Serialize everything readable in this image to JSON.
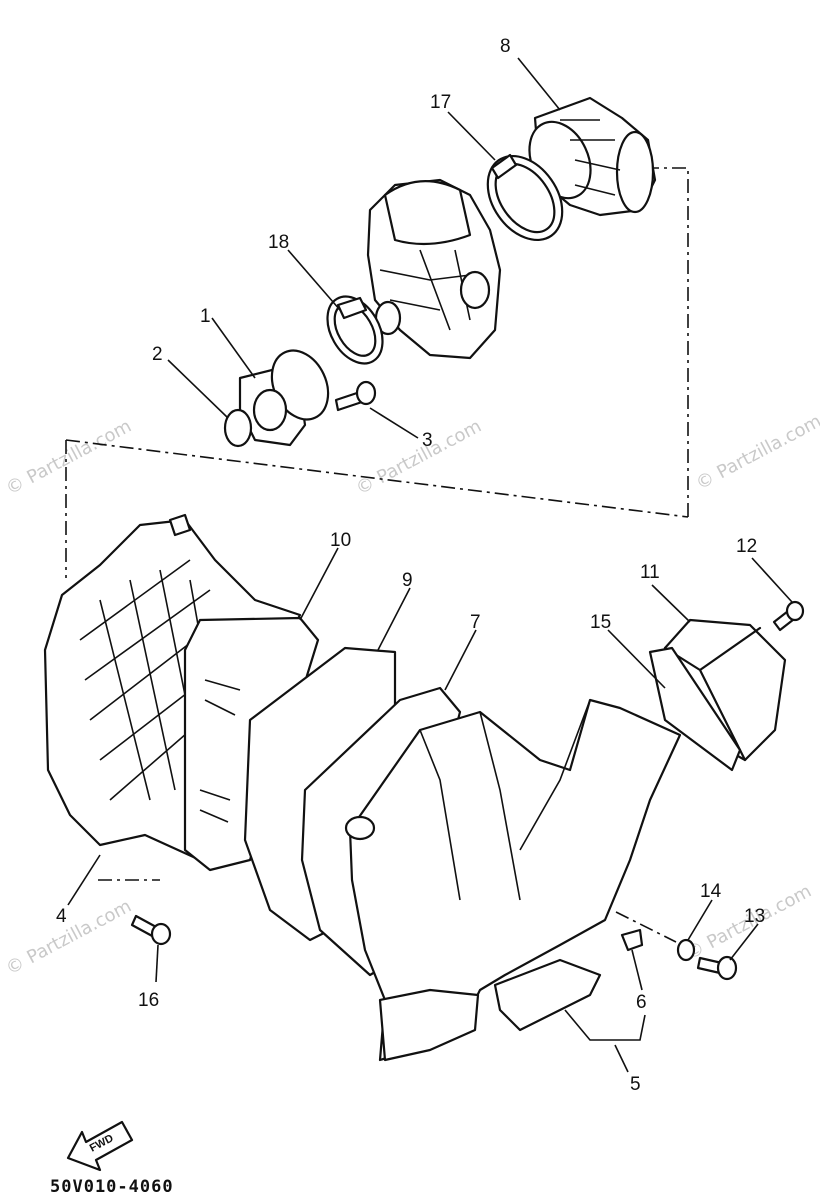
{
  "diagram": {
    "drawing_code": "50V010-4060",
    "direction_label": "FWD",
    "watermark": "© Partzilla.com",
    "callouts": [
      "1",
      "2",
      "3",
      "4",
      "5",
      "6",
      "7",
      "8",
      "9",
      "10",
      "11",
      "12",
      "13",
      "14",
      "15",
      "16",
      "17",
      "18"
    ]
  }
}
